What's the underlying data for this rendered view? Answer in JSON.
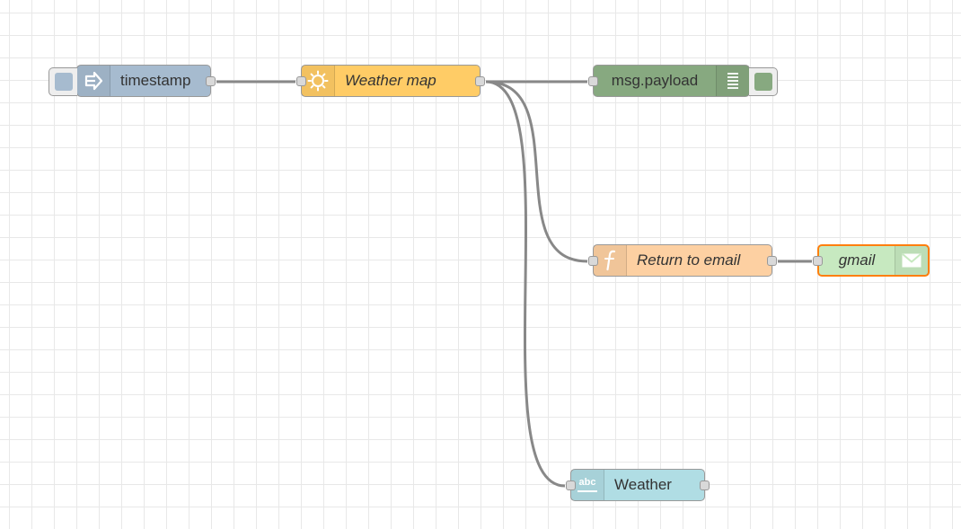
{
  "nodes": {
    "timestamp": {
      "label": "timestamp",
      "icon": "inject-arrow-icon",
      "color": "#a6bbcf"
    },
    "weather_map": {
      "label": "Weather map",
      "icon": "sun-icon",
      "color": "#ffcc66"
    },
    "msg_payload": {
      "label": "msg.payload",
      "icon": "debug-list-icon",
      "color": "#87a980"
    },
    "return_email": {
      "label": "Return to email",
      "icon": "function-icon",
      "color": "#fdd0a2"
    },
    "gmail": {
      "label": "gmail",
      "icon": "envelope-icon",
      "color": "#c7e9c0",
      "selected_border": "#ff7f0e"
    },
    "weather": {
      "label": "Weather",
      "icon": "abc-text-icon",
      "icon_text": "abc",
      "color": "#b0dde4"
    }
  },
  "colors": {
    "wire": "#888888",
    "grid": "#e8e8e8",
    "canvas": "#ffffff"
  }
}
